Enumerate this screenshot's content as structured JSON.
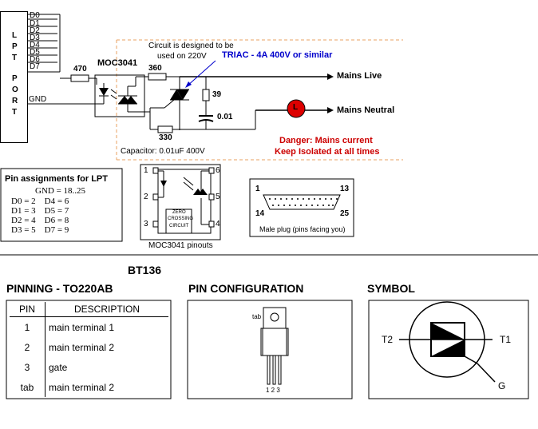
{
  "lpt": {
    "letters": [
      "L",
      "P",
      "T",
      "P",
      "O",
      "R",
      "T"
    ],
    "data_lines": [
      "D0",
      "D1",
      "D2",
      "D3",
      "D4",
      "D5",
      "D6",
      "D7"
    ],
    "gnd": "GND"
  },
  "circuit": {
    "r470": "470",
    "opto": "MOC3041",
    "r360": "360",
    "r39": "39",
    "c001": "0.01",
    "r330": "330",
    "note_line1": "Circuit is designed to be",
    "note_line2": "used on 220V",
    "triac_label": "TRIAC - 4A 400V or similar",
    "mains_live": "Mains Live",
    "mains_neutral": "Mains Neutral",
    "lamp": "L",
    "capacitor": "Capacitor: 0.01uF 400V",
    "danger1": "Danger: Mains current",
    "danger2": "Keep Isolated at all times"
  },
  "pin_assign": {
    "title": "Pin assignments for LPT",
    "gnd": "GND = 18..25",
    "rows": [
      "D0 = 2    D4 = 6",
      "D1 = 3    D5 = 7",
      "D2 = 4    D6 = 8",
      "D3 = 5    D7 = 9"
    ]
  },
  "moc_pinout": {
    "pins": [
      "1",
      "2",
      "3",
      "6",
      "5",
      "4"
    ],
    "zc1": "ZERO",
    "zc2": "CROSSING",
    "zc3": "CIRCUIT",
    "caption": "MOC3041 pinouts"
  },
  "plug": {
    "p1": "1",
    "p13": "13",
    "p14": "14",
    "p25": "25",
    "caption": "Male plug (pins facing you)"
  },
  "bt136": {
    "title": "BT136",
    "pinning_heading": "PINNING - TO220AB",
    "config_heading": "PIN CONFIGURATION",
    "symbol_heading": "SYMBOL",
    "table": {
      "headers": [
        "PIN",
        "DESCRIPTION"
      ],
      "rows": [
        {
          "pin": "1",
          "desc": "main terminal 1"
        },
        {
          "pin": "2",
          "desc": "main terminal 2"
        },
        {
          "pin": "3",
          "desc": "gate"
        },
        {
          "pin": "tab",
          "desc": "main terminal 2"
        }
      ]
    },
    "config": {
      "tab": "tab",
      "pins": "1 2 3"
    },
    "symbol": {
      "t2": "T2",
      "t1": "T1",
      "g": "G"
    }
  },
  "colors": {
    "accent_blue": "#0000cc",
    "danger_red": "#cc0000",
    "dash_orange": "#e8a060",
    "lamp_red": "#dd0000"
  }
}
